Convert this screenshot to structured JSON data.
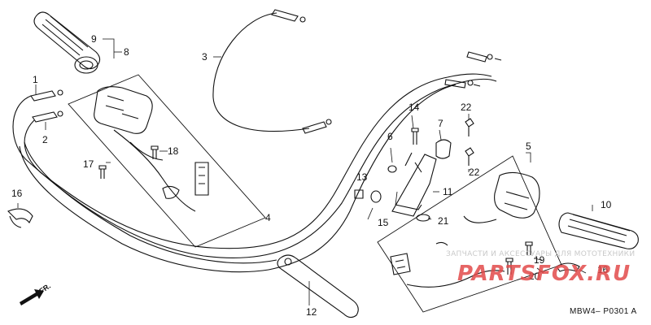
{
  "callouts": {
    "c1": "1",
    "c2": "2",
    "c3": "3",
    "c4": "4",
    "c5": "5",
    "c6": "6",
    "c7": "7",
    "c8": "8",
    "c9": "9",
    "c10": "10",
    "c11": "11",
    "c12": "12",
    "c13": "13",
    "c14": "14",
    "c15": "15",
    "c16a": "16",
    "c16b": "16",
    "c17": "17",
    "c18": "18",
    "c19": "19",
    "c20": "20",
    "c21": "21",
    "c22a": "22",
    "c22b": "22"
  },
  "direction_label": "FR.",
  "diagram_code": "MBW4– P0301 A",
  "watermark": {
    "line1": "ЗАПЧАСТИ И АКСЕССУАРЫ ДЛЯ МОТОТЕХНИКИ",
    "line2": "PARTSFOX.RU"
  }
}
